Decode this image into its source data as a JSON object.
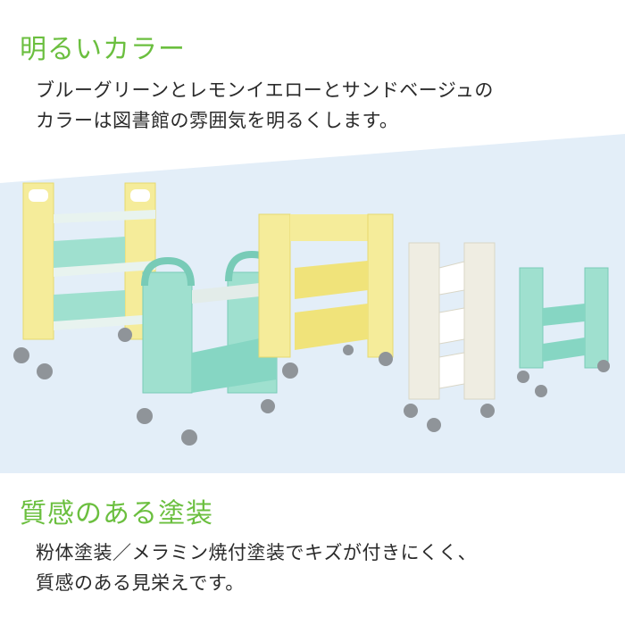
{
  "colors": {
    "heading_green": "#6bbf3f",
    "band_blue": "#e3eef8",
    "cart_yellow": "#f5ec9a",
    "cart_yellow_dark": "#e6d96f",
    "cart_green": "#9fe0cf",
    "cart_green_dark": "#78cbb7",
    "cart_beige": "#efede2",
    "cart_beige_dark": "#d9d6c6",
    "wheel": "#8f9499"
  },
  "section1": {
    "heading": "明るいカラー",
    "lines": [
      "ブルーグリーンとレモンイエローとサンドベージュの",
      "カラーは図書館の雰囲気を明るくします。"
    ]
  },
  "section2": {
    "heading": "質感のある塗装",
    "lines": [
      "粉体塗装／メラミン焼付塗装でキズが付きにくく、",
      "質感のある見栄えです。"
    ]
  },
  "illustration": {
    "carts": [
      {
        "name": "cart-yellow-tall",
        "color": "yellow"
      },
      {
        "name": "cart-green-small",
        "color": "green"
      },
      {
        "name": "cart-yellow-wide",
        "color": "yellow"
      },
      {
        "name": "cart-beige-narrow",
        "color": "beige"
      },
      {
        "name": "cart-green-far",
        "color": "green"
      }
    ]
  }
}
